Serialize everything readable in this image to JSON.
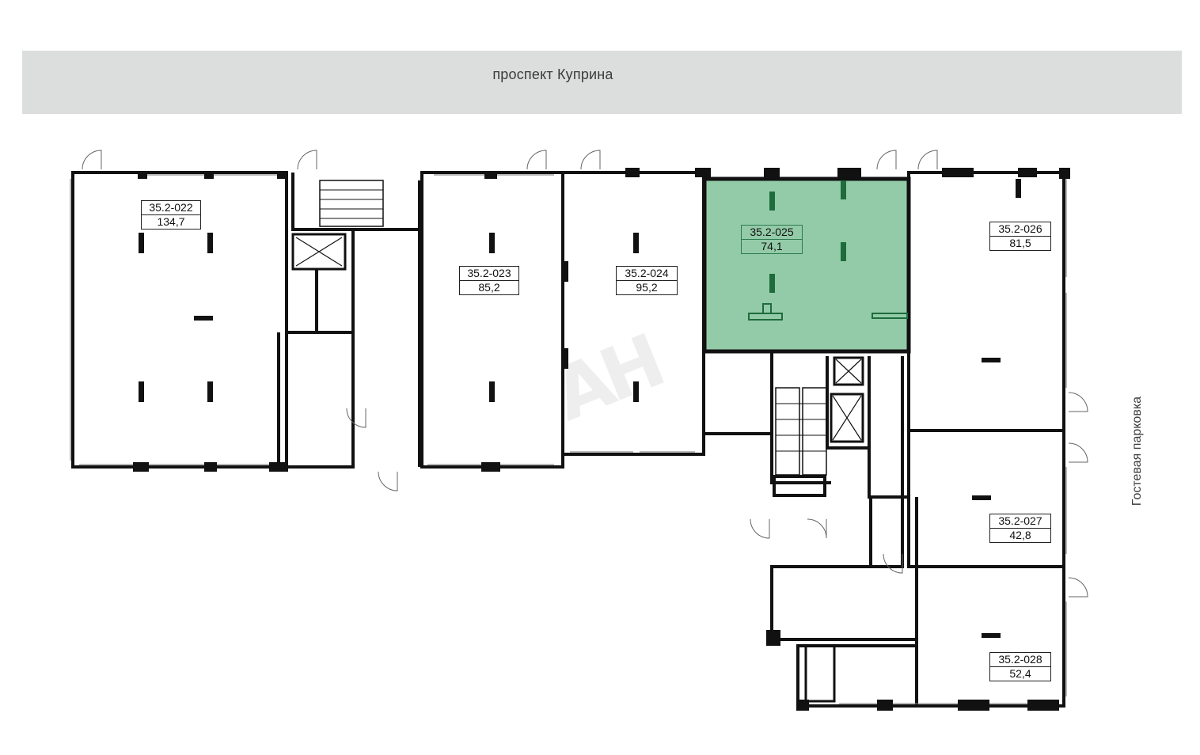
{
  "street": {
    "label": "проспект Куприна"
  },
  "parking": {
    "label": "Гостевая парковка"
  },
  "watermark": {
    "text": "AH"
  },
  "colors": {
    "selected_fill": "#93cba8",
    "selected_wall": "#1f6b3c",
    "wall": "#111111",
    "street_band": "#dcdedd"
  },
  "units": [
    {
      "id": "unit-022",
      "code": "35.2-022",
      "area": "134,7",
      "selected": false
    },
    {
      "id": "unit-023",
      "code": "35.2-023",
      "area": "85,2",
      "selected": false
    },
    {
      "id": "unit-024",
      "code": "35.2-024",
      "area": "95,2",
      "selected": false
    },
    {
      "id": "unit-025",
      "code": "35.2-025",
      "area": "74,1",
      "selected": true
    },
    {
      "id": "unit-026",
      "code": "35.2-026",
      "area": "81,5",
      "selected": false
    },
    {
      "id": "unit-027",
      "code": "35.2-027",
      "area": "42,8",
      "selected": false
    },
    {
      "id": "unit-028",
      "code": "35.2-028",
      "area": "52,4",
      "selected": false
    }
  ]
}
